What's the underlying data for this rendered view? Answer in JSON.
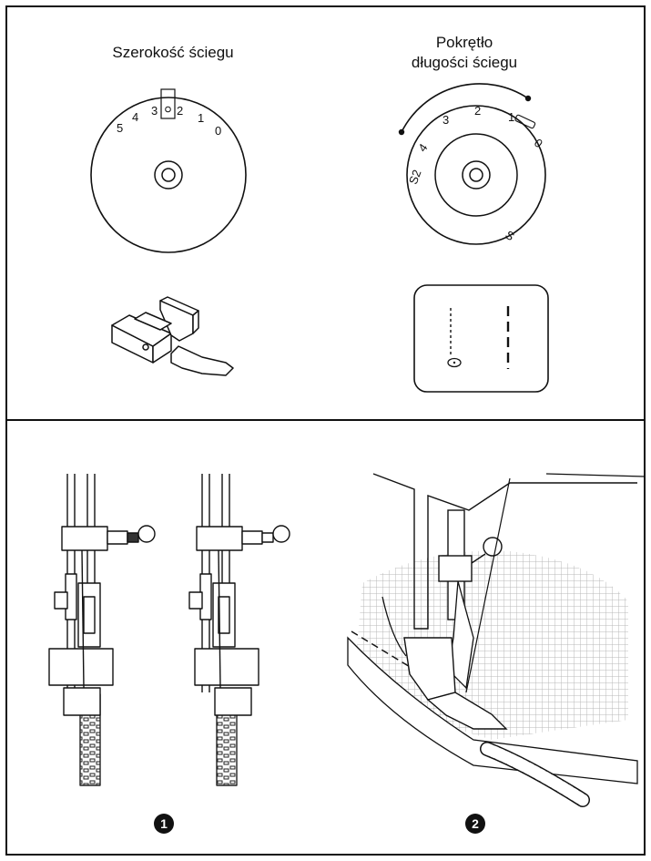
{
  "top": {
    "width_label": "Szerokość ściegu",
    "length_label_line1": "Pokrętło",
    "length_label_line2": "długości ściegu",
    "width_dial_numbers": [
      "5",
      "4",
      "3",
      "2",
      "1",
      "0"
    ],
    "length_dial_numbers": [
      "S2",
      "4",
      "3",
      "2",
      "1",
      "0",
      "S"
    ]
  },
  "bottom": {
    "step1_marker": "1",
    "step2_marker": "2"
  }
}
